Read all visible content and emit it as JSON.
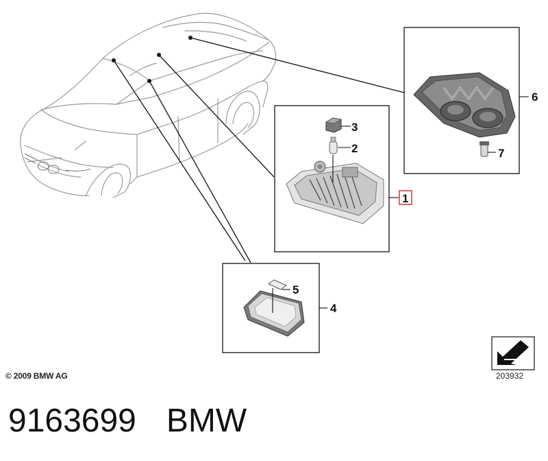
{
  "diagram": {
    "callouts": {
      "part1": "1",
      "part2": "2",
      "part3": "3",
      "part4": "4",
      "part5": "5",
      "part6": "6",
      "part7": "7"
    },
    "copyright": "© 2009 BMW AG",
    "diagram_number": "203932"
  },
  "footer": {
    "part_number": "9163699",
    "brand": "BMW"
  },
  "colors": {
    "highlight_box": "#d22b2b",
    "line": "#111111",
    "car_outline": "#9a9a9a"
  }
}
